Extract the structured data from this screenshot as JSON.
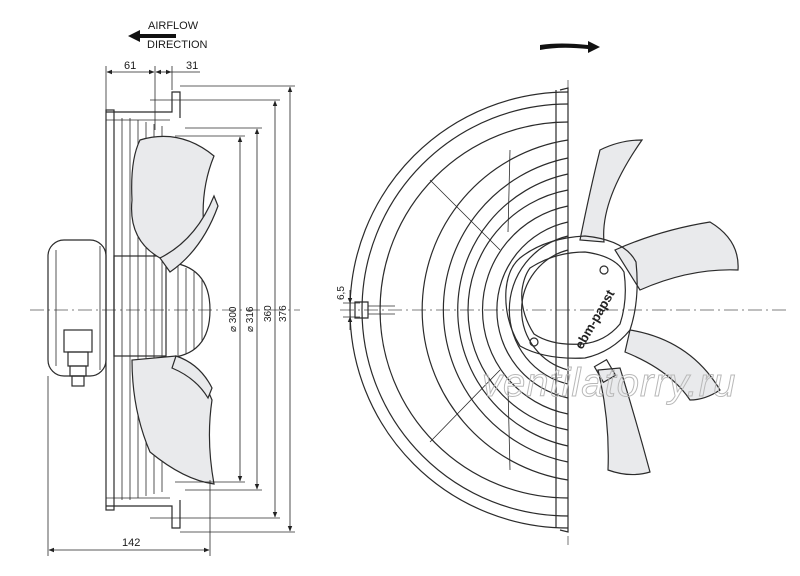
{
  "airflow": {
    "line1": "AIRFLOW",
    "line2": "DIRECTION"
  },
  "dimensions": {
    "d61": "61",
    "d31": "31",
    "d142": "142",
    "d6_5": "6,5",
    "dia300": "⌀ 300",
    "dia316": "⌀ 316",
    "d360": "360",
    "d376": "376"
  },
  "logo_text": "ebm-papst",
  "watermark": "ventilatorry.ru",
  "icons": {
    "airflow_arrow": "left-arrow-icon",
    "rotation_arrow": "right-arrow-icon"
  }
}
